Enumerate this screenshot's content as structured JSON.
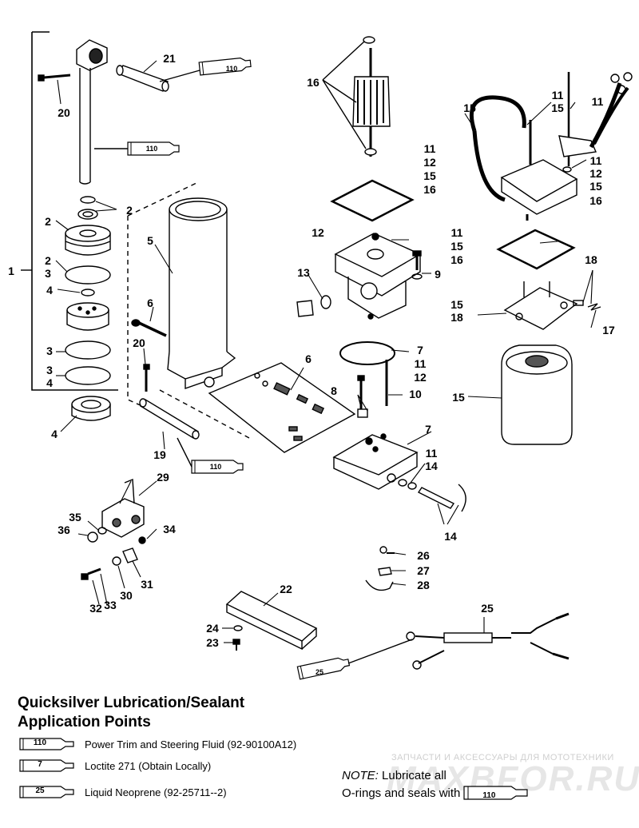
{
  "callouts": {
    "c21": "21",
    "c110a": "110",
    "c20a": "20",
    "c110b": "110",
    "c16a": "16",
    "c11a": "11",
    "c15a": "15",
    "c11b": "11",
    "c15b": "15",
    "c11c": "11",
    "c12a": "12",
    "c15c": "15",
    "c16b": "16",
    "c11d": "11",
    "c12b": "12",
    "c15d": "15",
    "c16c": "16",
    "c2a": "2",
    "c2b": "2",
    "c1": "1",
    "c2c": "2",
    "c3a": "3",
    "c4a": "4",
    "c5": "5",
    "c12c": "12",
    "c13": "13",
    "c9": "9",
    "c11e": "11",
    "c15e": "15",
    "c16d": "16",
    "c18a": "18",
    "c15f": "15",
    "c18b": "18",
    "c17": "17",
    "c6a": "6",
    "c20b": "20",
    "c3b": "3",
    "c3c": "3",
    "c4b": "4",
    "c4c": "4",
    "c6b": "6",
    "c7a": "7",
    "c11f": "11",
    "c12d": "12",
    "c8": "8",
    "c10": "10",
    "c15g": "15",
    "c19": "19",
    "c110c": "110",
    "c7b": "7",
    "c11g": "11",
    "c14a": "14",
    "c29": "29",
    "c35": "35",
    "c36": "36",
    "c34": "34",
    "c14b": "14",
    "c26": "26",
    "c27": "27",
    "c31": "31",
    "c30": "30",
    "c28": "28",
    "c32": "32",
    "c33": "33",
    "c22": "22",
    "c25a": "25",
    "c24": "24",
    "c23": "23",
    "c25b": "25"
  },
  "heading_line1": "Quicksilver Lubrication/Sealant",
  "heading_line2": "Application Points",
  "legend": [
    {
      "code": "110",
      "text": "Power Trim  and Steering Fluid (92-90100A12)"
    },
    {
      "code": "7",
      "text": "Loctite 271 (Obtain Locally)"
    },
    {
      "code": "25",
      "text": "Liquid Neoprene (92-25711--2)"
    }
  ],
  "note": {
    "label": "NOTE:",
    "line1": " Lubricate all",
    "line2": "O-rings and seals with",
    "code": "110"
  },
  "watermark": {
    "text": "ЗАПЧАСТИ И АКСЕССУАРЫ ДЛЯ МОТОТЕХНИКИ",
    "logo": "MAXBFOR.RU"
  }
}
